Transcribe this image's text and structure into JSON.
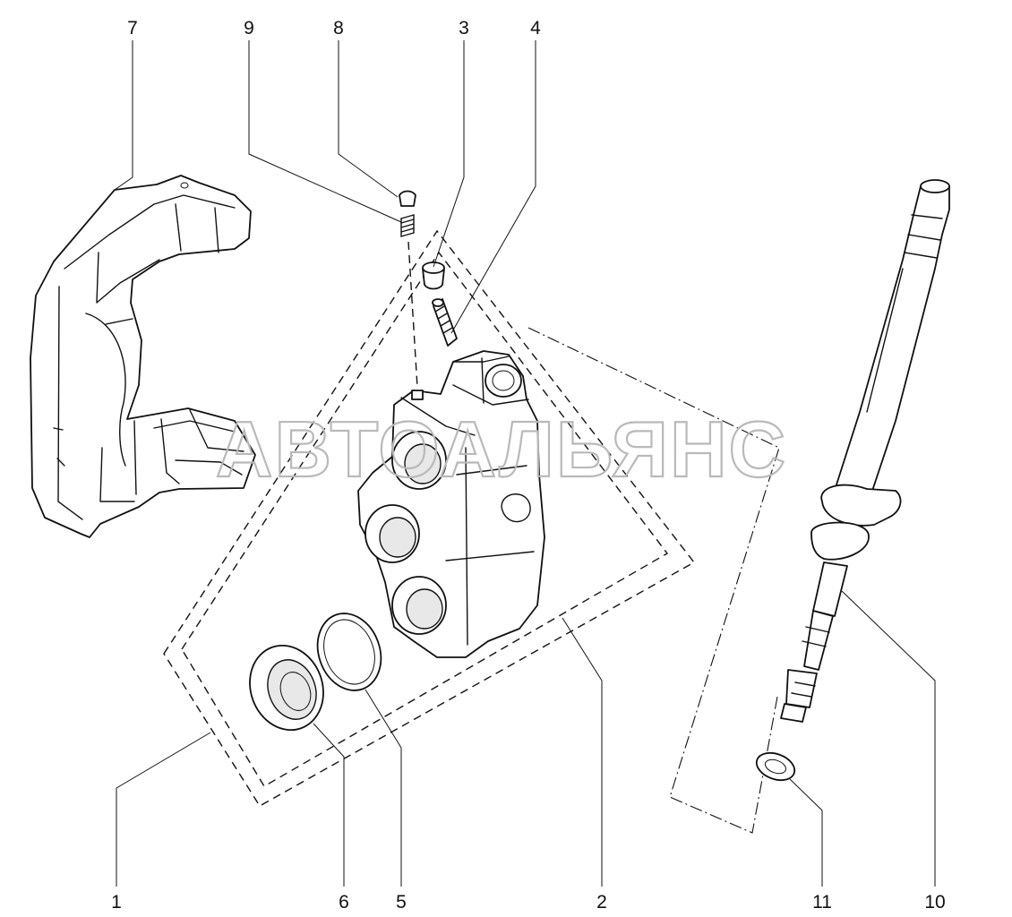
{
  "callouts": {
    "n1": "1",
    "n2": "2",
    "n3": "3",
    "n4": "4",
    "n5": "5",
    "n6": "6",
    "n7": "7",
    "n8": "8",
    "n9": "9",
    "n10": "10",
    "n11": "11"
  },
  "watermark": "АВТОАЛЬЯНС"
}
